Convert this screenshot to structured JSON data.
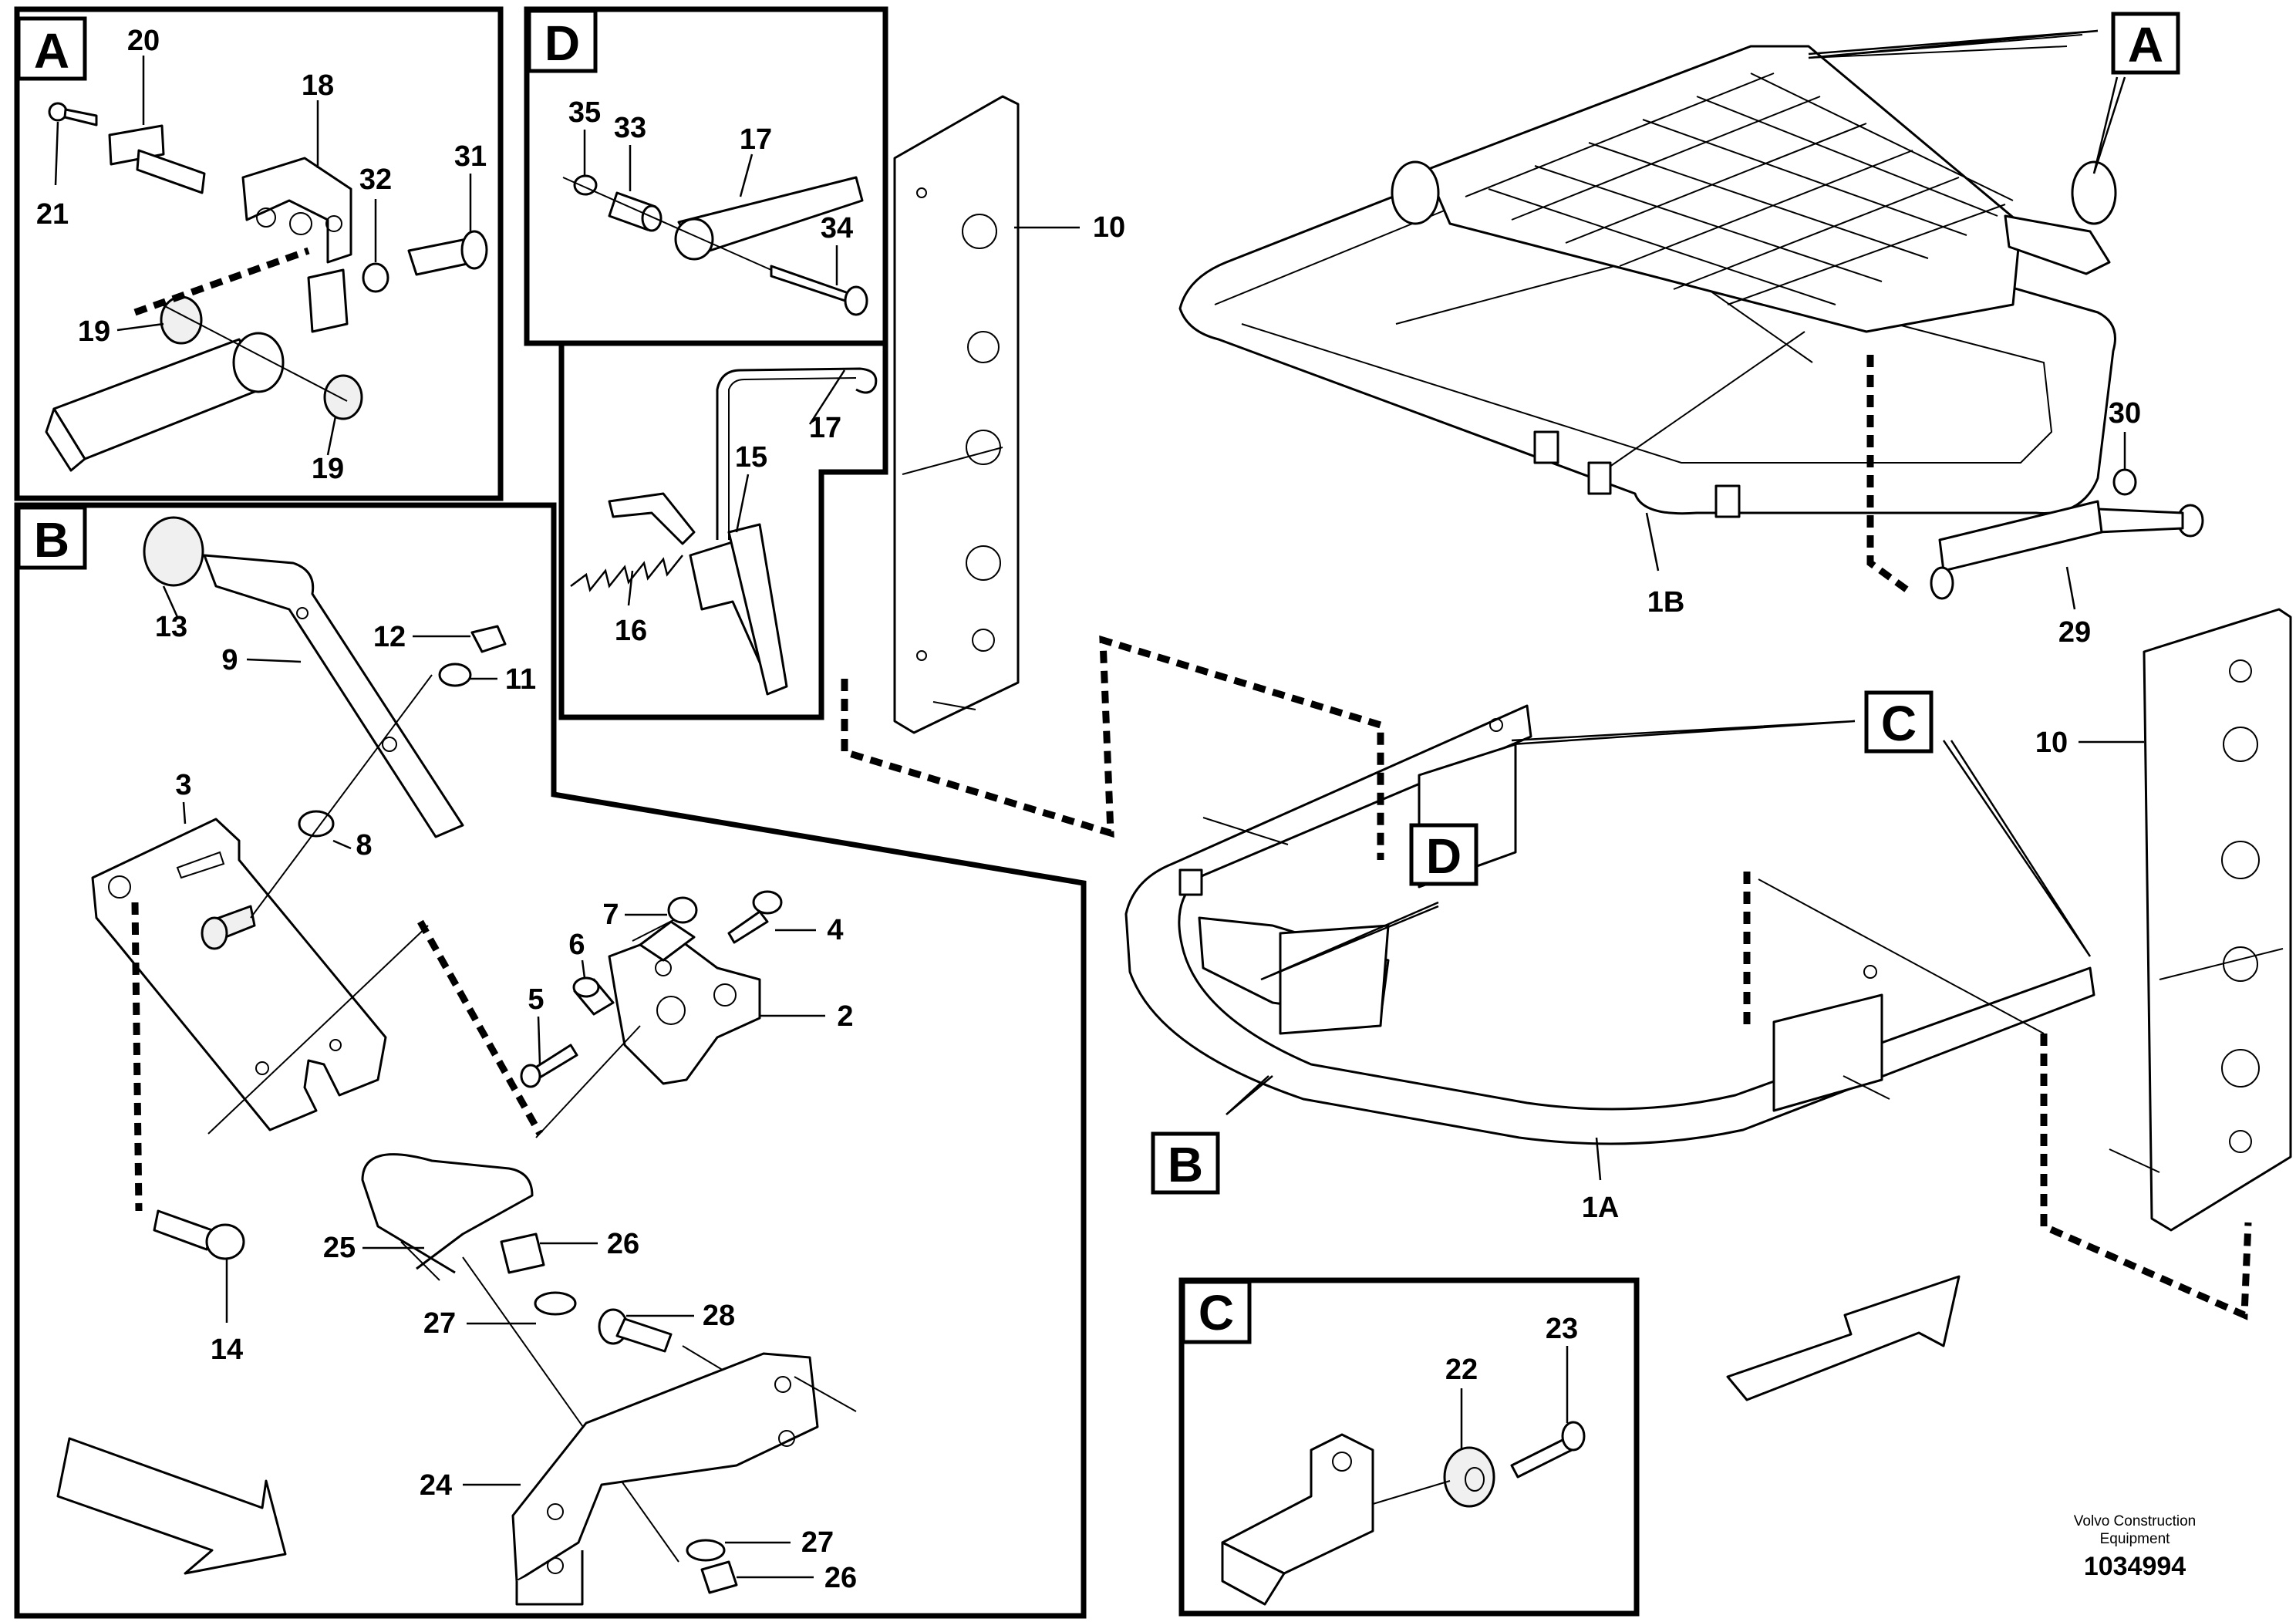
{
  "callouts": {
    "panel_a": {
      "letter": "A",
      "n20": "20",
      "n18": "18",
      "n21": "21",
      "n32": "32",
      "n31": "31",
      "n19a": "19",
      "n19b": "19"
    },
    "panel_d": {
      "letter": "D",
      "n35": "35",
      "n33": "33",
      "n17a": "17",
      "n34": "34",
      "n17b": "17",
      "n15": "15",
      "n16": "16"
    },
    "panel_b": {
      "letter": "B",
      "n13": "13",
      "n9": "9",
      "n12": "12",
      "n11": "11",
      "n3": "3",
      "n8": "8",
      "n7": "7",
      "n4": "4",
      "n6": "6",
      "n5": "5",
      "n2": "2",
      "n25": "25",
      "n26a": "26",
      "n14": "14",
      "n27a": "27",
      "n28": "28",
      "n24": "24",
      "n27b": "27",
      "n26b": "26"
    },
    "panel_c": {
      "letter": "C",
      "n22": "22",
      "n23": "23"
    },
    "main": {
      "label_a": "A",
      "label_c": "C",
      "label_d": "D",
      "label_b": "B",
      "n10a": "10",
      "n10b": "10",
      "n1b": "1B",
      "n1a": "1A",
      "n30": "30",
      "n29": "29"
    }
  },
  "footer": {
    "line1": "Volvo Construction",
    "line2": "Equipment",
    "doc_number": "1034994"
  }
}
